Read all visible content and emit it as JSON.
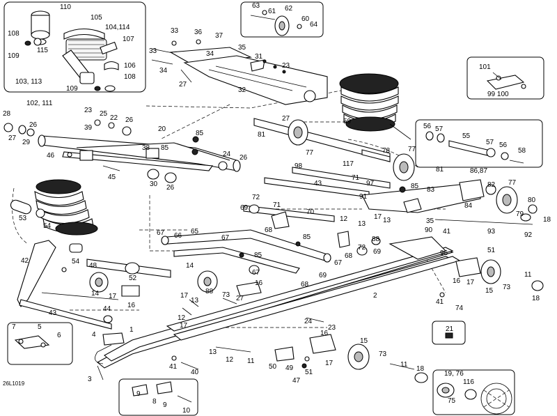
{
  "figure_code": "26L1019",
  "callouts": {
    "c110": "110",
    "c105": "105",
    "c104_114": "104,114",
    "c107": "107",
    "c108a": "108",
    "c115": "115",
    "c109a": "109",
    "c106": "106",
    "c103_113": "103, 113",
    "c108b": "108",
    "c109b": "109",
    "c102_111": "102, 111",
    "c63": "63",
    "c61": "61",
    "c62": "62",
    "c60": "60",
    "c64": "64",
    "c33a": "33",
    "c36": "36",
    "c37": "37",
    "c33b": "33",
    "c35": "35",
    "c34a": "34",
    "c34b": "34",
    "c31": "31",
    "c23a": "23",
    "c27a": "27",
    "c32": "32",
    "c27b": "27",
    "c59": "59",
    "c101": "101",
    "c99_100": "99  100",
    "c28": "28",
    "c27c": "27",
    "c29": "29",
    "c26a": "26",
    "c23b": "23",
    "c25": "25",
    "c22": "22",
    "c26b": "26",
    "c39": "39",
    "c20": "20",
    "c85a": "85",
    "c38": "38",
    "c85b": "85",
    "c46": "46",
    "c24a": "24",
    "c26c": "26",
    "c45": "45",
    "c30": "30",
    "c26d": "26",
    "c81a": "81",
    "c77a": "77",
    "c117": "117",
    "c78": "78",
    "c77b": "77",
    "c98": "98",
    "c71a": "71",
    "c97": "97",
    "c43a": "43",
    "c85c": "85",
    "c91": "91",
    "c81b": "81",
    "c56a": "56",
    "c57a": "57",
    "c55": "55",
    "c57b": "57",
    "c56b": "56",
    "c58": "58",
    "c86_87": "86,87",
    "c77c": "77",
    "c82": "82",
    "c83": "83",
    "c80": "80",
    "c84": "84",
    "c79": "79",
    "c18a": "18",
    "c53": "53",
    "c54a": "54",
    "c72": "72",
    "c71b": "71",
    "c69a": "69",
    "c70": "70",
    "c68a": "68",
    "c12a": "12",
    "c13a": "13",
    "c17a": "17",
    "c13b": "13",
    "c35b": "35",
    "c93": "93",
    "c92": "92",
    "c90": "90",
    "c41a": "41",
    "c88a": "88",
    "c72b": "72",
    "c69b": "69",
    "c96": "96",
    "c51a": "51",
    "c67a": "67",
    "c66": "66",
    "c65": "65",
    "c67b": "67",
    "c85d": "85",
    "c85e": "85",
    "c67c": "67",
    "c68b": "68",
    "c67d": "67",
    "c42": "42",
    "c54b": "54",
    "c48": "48",
    "c52": "52",
    "c14a": "14",
    "c17b": "17",
    "c14b": "14",
    "c88b": "88",
    "c16a": "16",
    "c68c": "68",
    "c69c": "69",
    "c16b": "16",
    "c17c": "17",
    "c15a": "15",
    "c73a": "73",
    "c11a": "11",
    "c18b": "18",
    "c41b": "41",
    "c74": "74",
    "c17d": "17",
    "c16c": "16",
    "c17e": "17",
    "c13c": "13",
    "c12b": "12",
    "c73b": "73",
    "c27d": "27",
    "c2": "2",
    "c43b": "43",
    "c44": "44",
    "c24b": "24",
    "c23c": "23",
    "c21": "21",
    "c7": "7",
    "c5": "5",
    "c6": "6",
    "c4": "4",
    "c1": "1",
    "c13d": "13",
    "c12c": "12",
    "c11b": "11",
    "c16d": "16",
    "c15b": "15",
    "c73c": "73",
    "c11c": "11",
    "c18c": "18",
    "c41c": "41",
    "c40": "40",
    "c50": "50",
    "c49": "49",
    "c51b": "51",
    "c47": "47",
    "c17f": "17",
    "c3": "3",
    "c9a": "9",
    "c8": "8",
    "c9b": "9",
    "c10": "10",
    "c19_76": "19, 76",
    "c116": "116",
    "c75": "75"
  }
}
